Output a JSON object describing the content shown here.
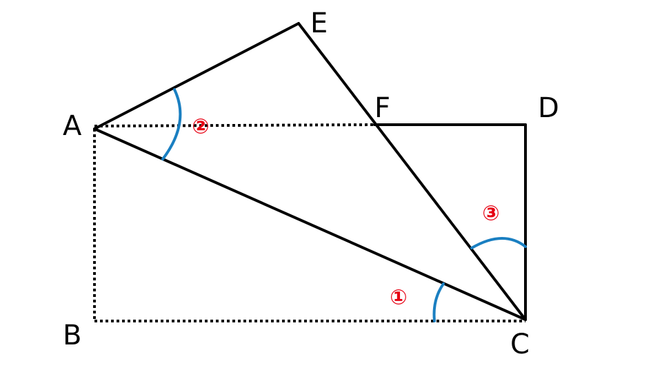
{
  "vertices": {
    "A": "A",
    "B": "B",
    "C": "C",
    "D": "D",
    "E": "E",
    "F": "F"
  },
  "angle_labels": {
    "one": "①",
    "two": "②",
    "three": "③"
  },
  "colors": {
    "line": "#000000",
    "arc": "#1a7fc1",
    "angle_label": "#e60012"
  }
}
